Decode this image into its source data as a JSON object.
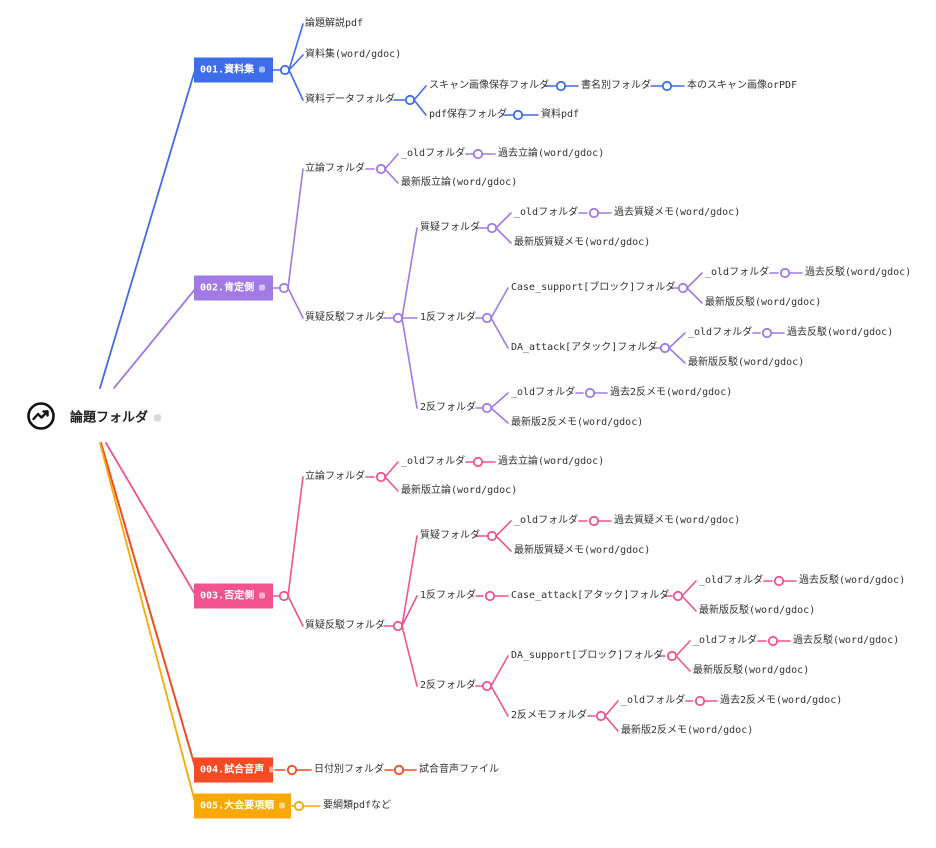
{
  "root": {
    "label": "論題フォルダ"
  },
  "colors": {
    "b1": "#3d6de8",
    "b2": "#a27ae6",
    "b3": "#f0538f",
    "b4": "#f54a24",
    "b5": "#f9a805"
  },
  "branches": {
    "b1": {
      "label": "001.資料集",
      "c1": "論題解説pdf",
      "c2": "資料集(word/gdoc)",
      "c3": "資料データフォルダ",
      "c3a": "スキャン画像保存フォルダ",
      "c3a1": "書名別フォルダ",
      "c3a2": "本のスキャン画像orPDF",
      "c3b": "pdf保存フォルダ",
      "c3b1": "資料pdf"
    },
    "b2": {
      "label": "002.肯定側",
      "r": "立論フォルダ",
      "r_old": "_oldフォルダ",
      "r_old1": "過去立論(word/gdoc)",
      "r_new": "最新版立論(word/gdoc)",
      "q": "質疑反駁フォルダ",
      "q1": "質疑フォルダ",
      "q1_old": "_oldフォルダ",
      "q1_old1": "過去質疑メモ(word/gdoc)",
      "q1_new": "最新版質疑メモ(word/gdoc)",
      "q2": "1反フォルダ",
      "q2a": "Case_support[ブロック]フォルダ",
      "q2a_old": "_oldフォルダ",
      "q2a_old1": "過去反駁(word/gdoc)",
      "q2a_new": "最新版反駁(word/gdoc)",
      "q2b": "DA_attack[アタック]フォルダ",
      "q2b_old": "_oldフォルダ",
      "q2b_old1": "過去反駁(word/gdoc)",
      "q2b_new": "最新版反駁(word/gdoc)",
      "q3": "2反フォルダ",
      "q3_old": "_oldフォルダ",
      "q3_old1": "過去2反メモ(word/gdoc)",
      "q3_new": "最新版2反メモ(word/gdoc)"
    },
    "b3": {
      "label": "003.否定側",
      "r": "立論フォルダ",
      "r_old": "_oldフォルダ",
      "r_old1": "過去立論(word/gdoc)",
      "r_new": "最新版立論(word/gdoc)",
      "q": "質疑反駁フォルダ",
      "q1": "質疑フォルダ",
      "q1_old": "_oldフォルダ",
      "q1_old1": "過去質疑メモ(word/gdoc)",
      "q1_new": "最新版質疑メモ(word/gdoc)",
      "q2": "1反フォルダ",
      "q2a": "Case_attack[アタック]フォルダ",
      "q2a_old": "_oldフォルダ",
      "q2a_old1": "過去反駁(word/gdoc)",
      "q2a_new": "最新版反駁(word/gdoc)",
      "q3": "2反フォルダ",
      "q3a": "DA_support[ブロック]フォルダ",
      "q3a_old": "_oldフォルダ",
      "q3a_old1": "過去反駁(word/gdoc)",
      "q3a_new": "最新版反駁(word/gdoc)",
      "q3b": "2反メモフォルダ",
      "q3b_old": "_oldフォルダ",
      "q3b_old1": "過去2反メモ(word/gdoc)",
      "q3b_new": "最新版2反メモ(word/gdoc)"
    },
    "b4": {
      "label": "004.試合音声",
      "c1": "日付別フォルダ",
      "c1a": "試合音声ファイル"
    },
    "b5": {
      "label": "005.大会要項類",
      "c1": "要綱類pdfなど"
    }
  }
}
